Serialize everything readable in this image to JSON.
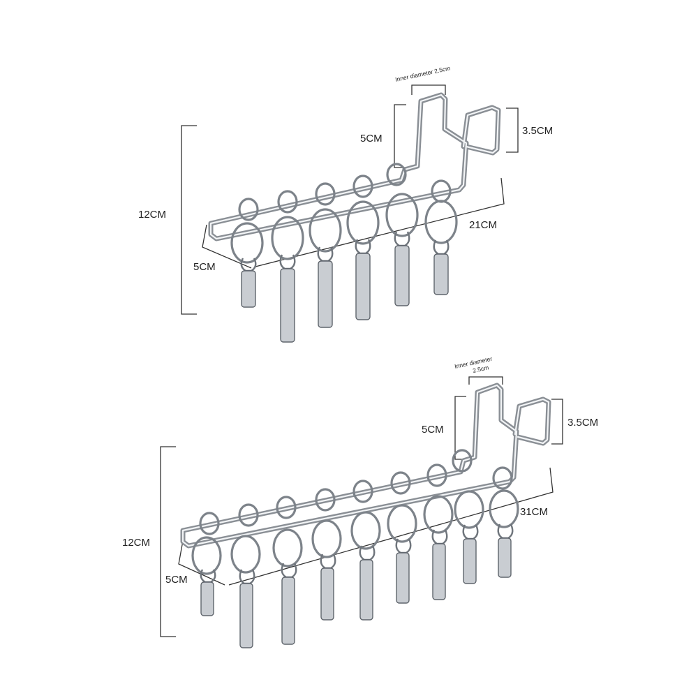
{
  "diagrams": [
    {
      "id": "hanger-12-clips",
      "loop_count": 6,
      "labels": {
        "inner_diameter": "Inner diameter 2.5cm",
        "hook_height": "5CM",
        "hook_loop_height": "3.5CM",
        "total_height": "12CM",
        "length": "21CM",
        "depth": "5CM"
      }
    },
    {
      "id": "hanger-18-clips",
      "loop_count": 9,
      "labels": {
        "inner_diameter_line1": "Inner diameter",
        "inner_diameter_line2": "2.5cm",
        "hook_height": "5CM",
        "hook_loop_height": "3.5CM",
        "total_height": "12CM",
        "length": "31CM",
        "depth": "5CM"
      }
    }
  ],
  "colors": {
    "metal_dark": "#7d838a",
    "metal_light": "#e9ecef",
    "dimension_line": "#333333"
  }
}
